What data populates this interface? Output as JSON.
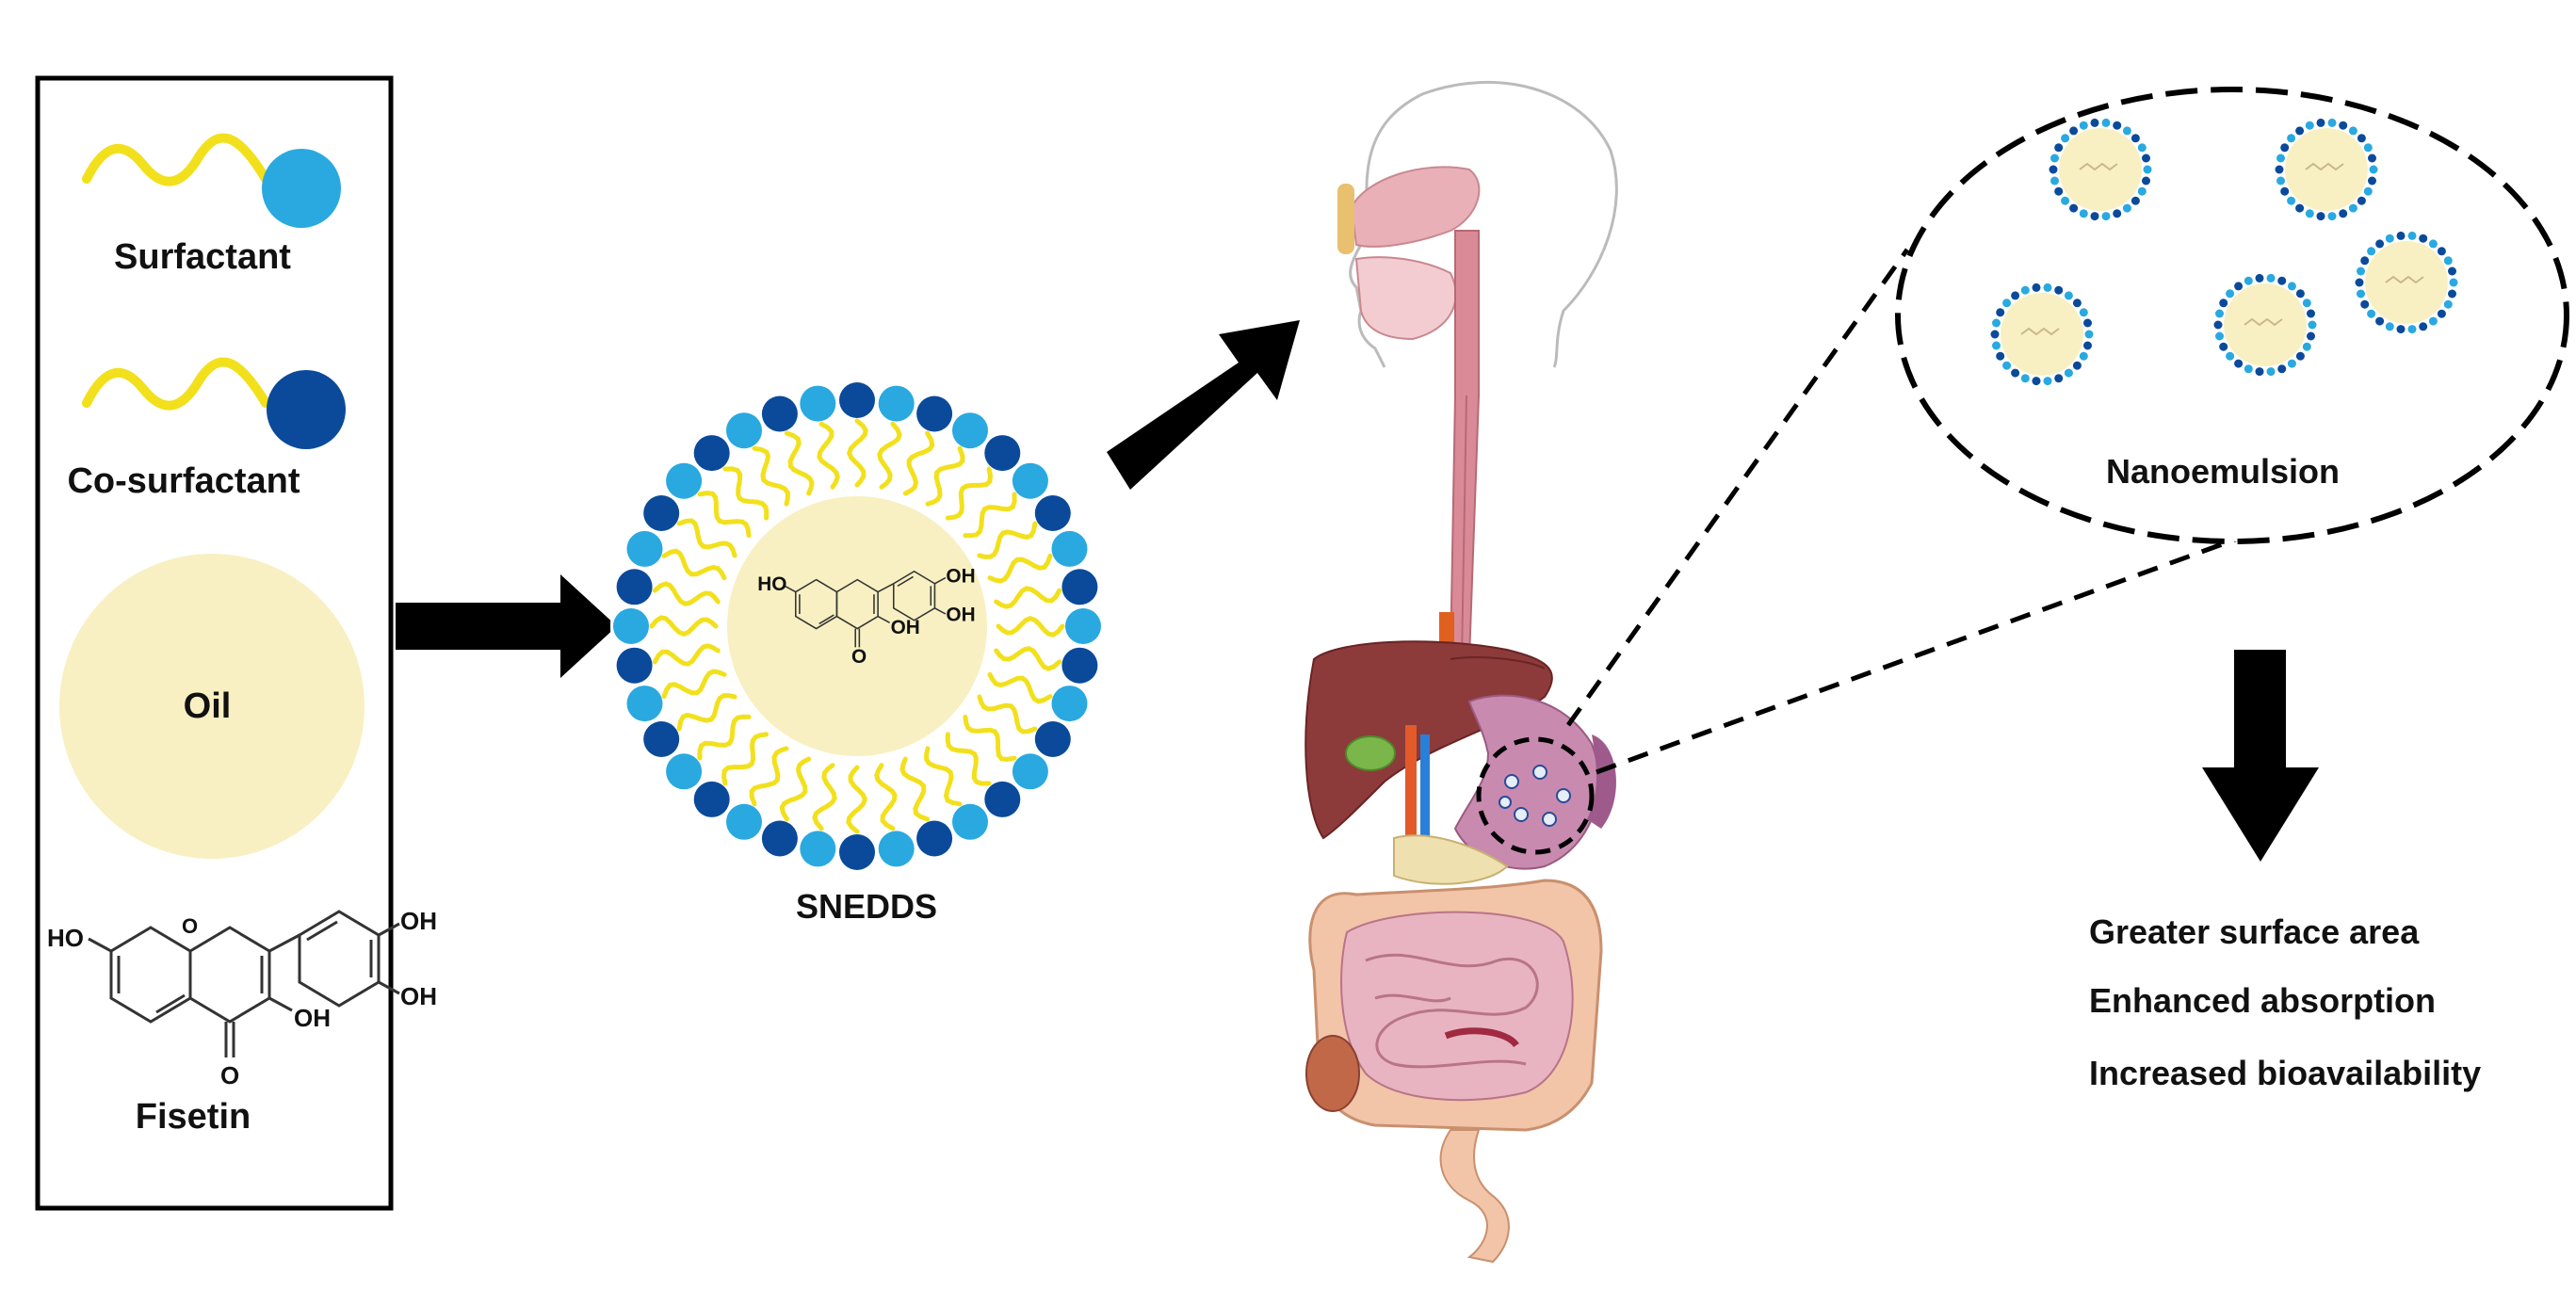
{
  "legend": {
    "surfactant_label": "Surfactant",
    "cosurfactant_label": "Co-surfactant",
    "oil_label": "Oil",
    "fisetin_label": "Fisetin"
  },
  "snedds_label": "SNEDDS",
  "nanoemulsion_label": "Nanoemulsion",
  "molecule": {
    "oh_left": "HO",
    "oh_top": "OH",
    "oh_right": "OH",
    "oh_bottom": "OH",
    "carbonyl_o": "O",
    "ring_o": "O"
  },
  "benefits": [
    "Greater surface area",
    "Enhanced absorption",
    "Increased bioavailability"
  ],
  "colors": {
    "surfactant_head": "#29a9e0",
    "cosurfactant_head": "#0b4a9a",
    "tail": "#f2e01c",
    "oil": "#f8f0c2",
    "arrow": "#000000"
  }
}
